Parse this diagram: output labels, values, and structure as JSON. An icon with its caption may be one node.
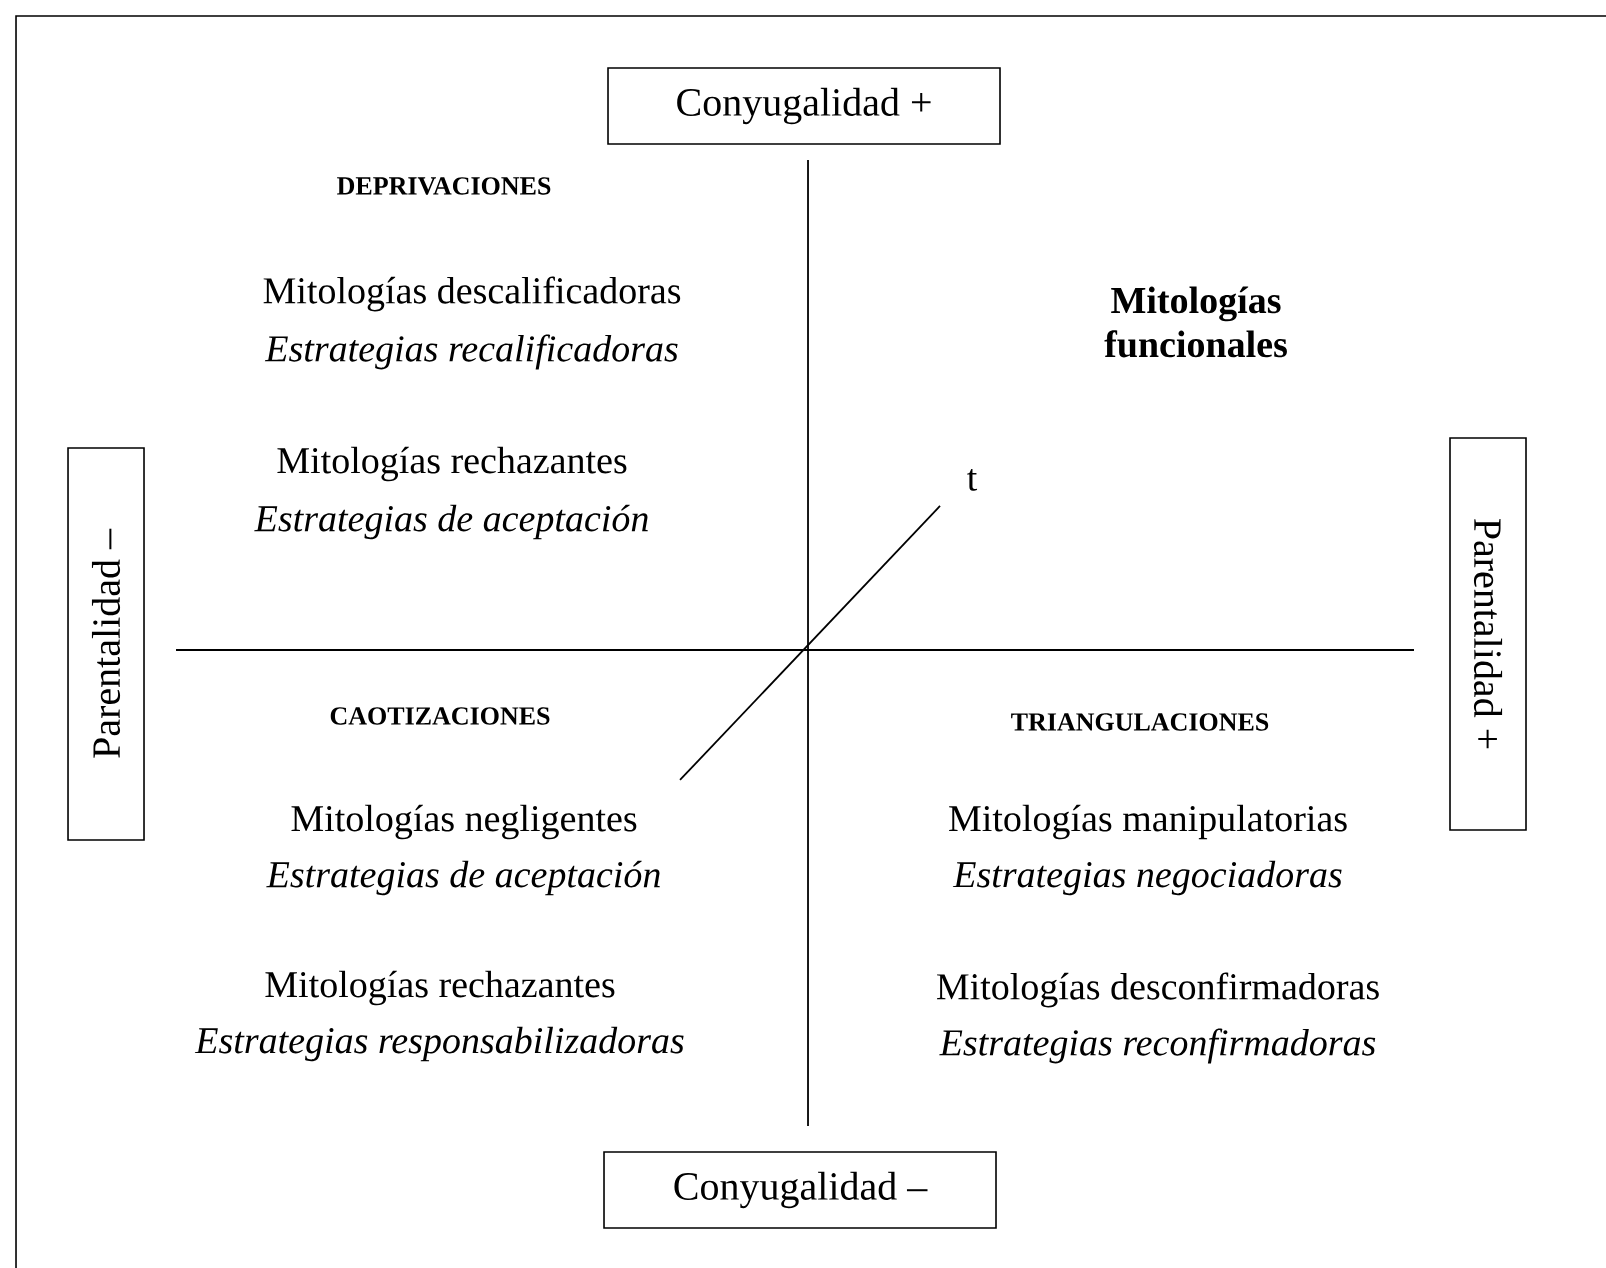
{
  "diagram": {
    "nodes": [
      {
        "text": [
          "Conyugalidad +"
        ]
      },
      {
        "text": [
          "Parentalidad –"
        ]
      },
      {
        "text": [
          "Parentalidad +"
        ]
      },
      {
        "text": [
          "Conyugalidad –"
        ]
      }
    ],
    "labels": [
      "DEPRIVACIONES",
      "Mitologías descalificadoras",
      "Estrategias recalificadoras",
      "Mitologías funcionales",
      "Mitologías rechazantes",
      "Estrategias de aceptación",
      "t",
      "CAOTIZACIONES",
      "TRIANGULACIONES",
      "Mitologías negligentes",
      "Estrategias de aceptación",
      "Mitologías manipulatorias",
      "Estrategias negociadoras",
      "Mitologías rechazantes",
      "Estrategias responsabilizadoras",
      "Mitologías desconfirmadoras",
      "Estrategias reconfirmadoras"
    ]
  }
}
